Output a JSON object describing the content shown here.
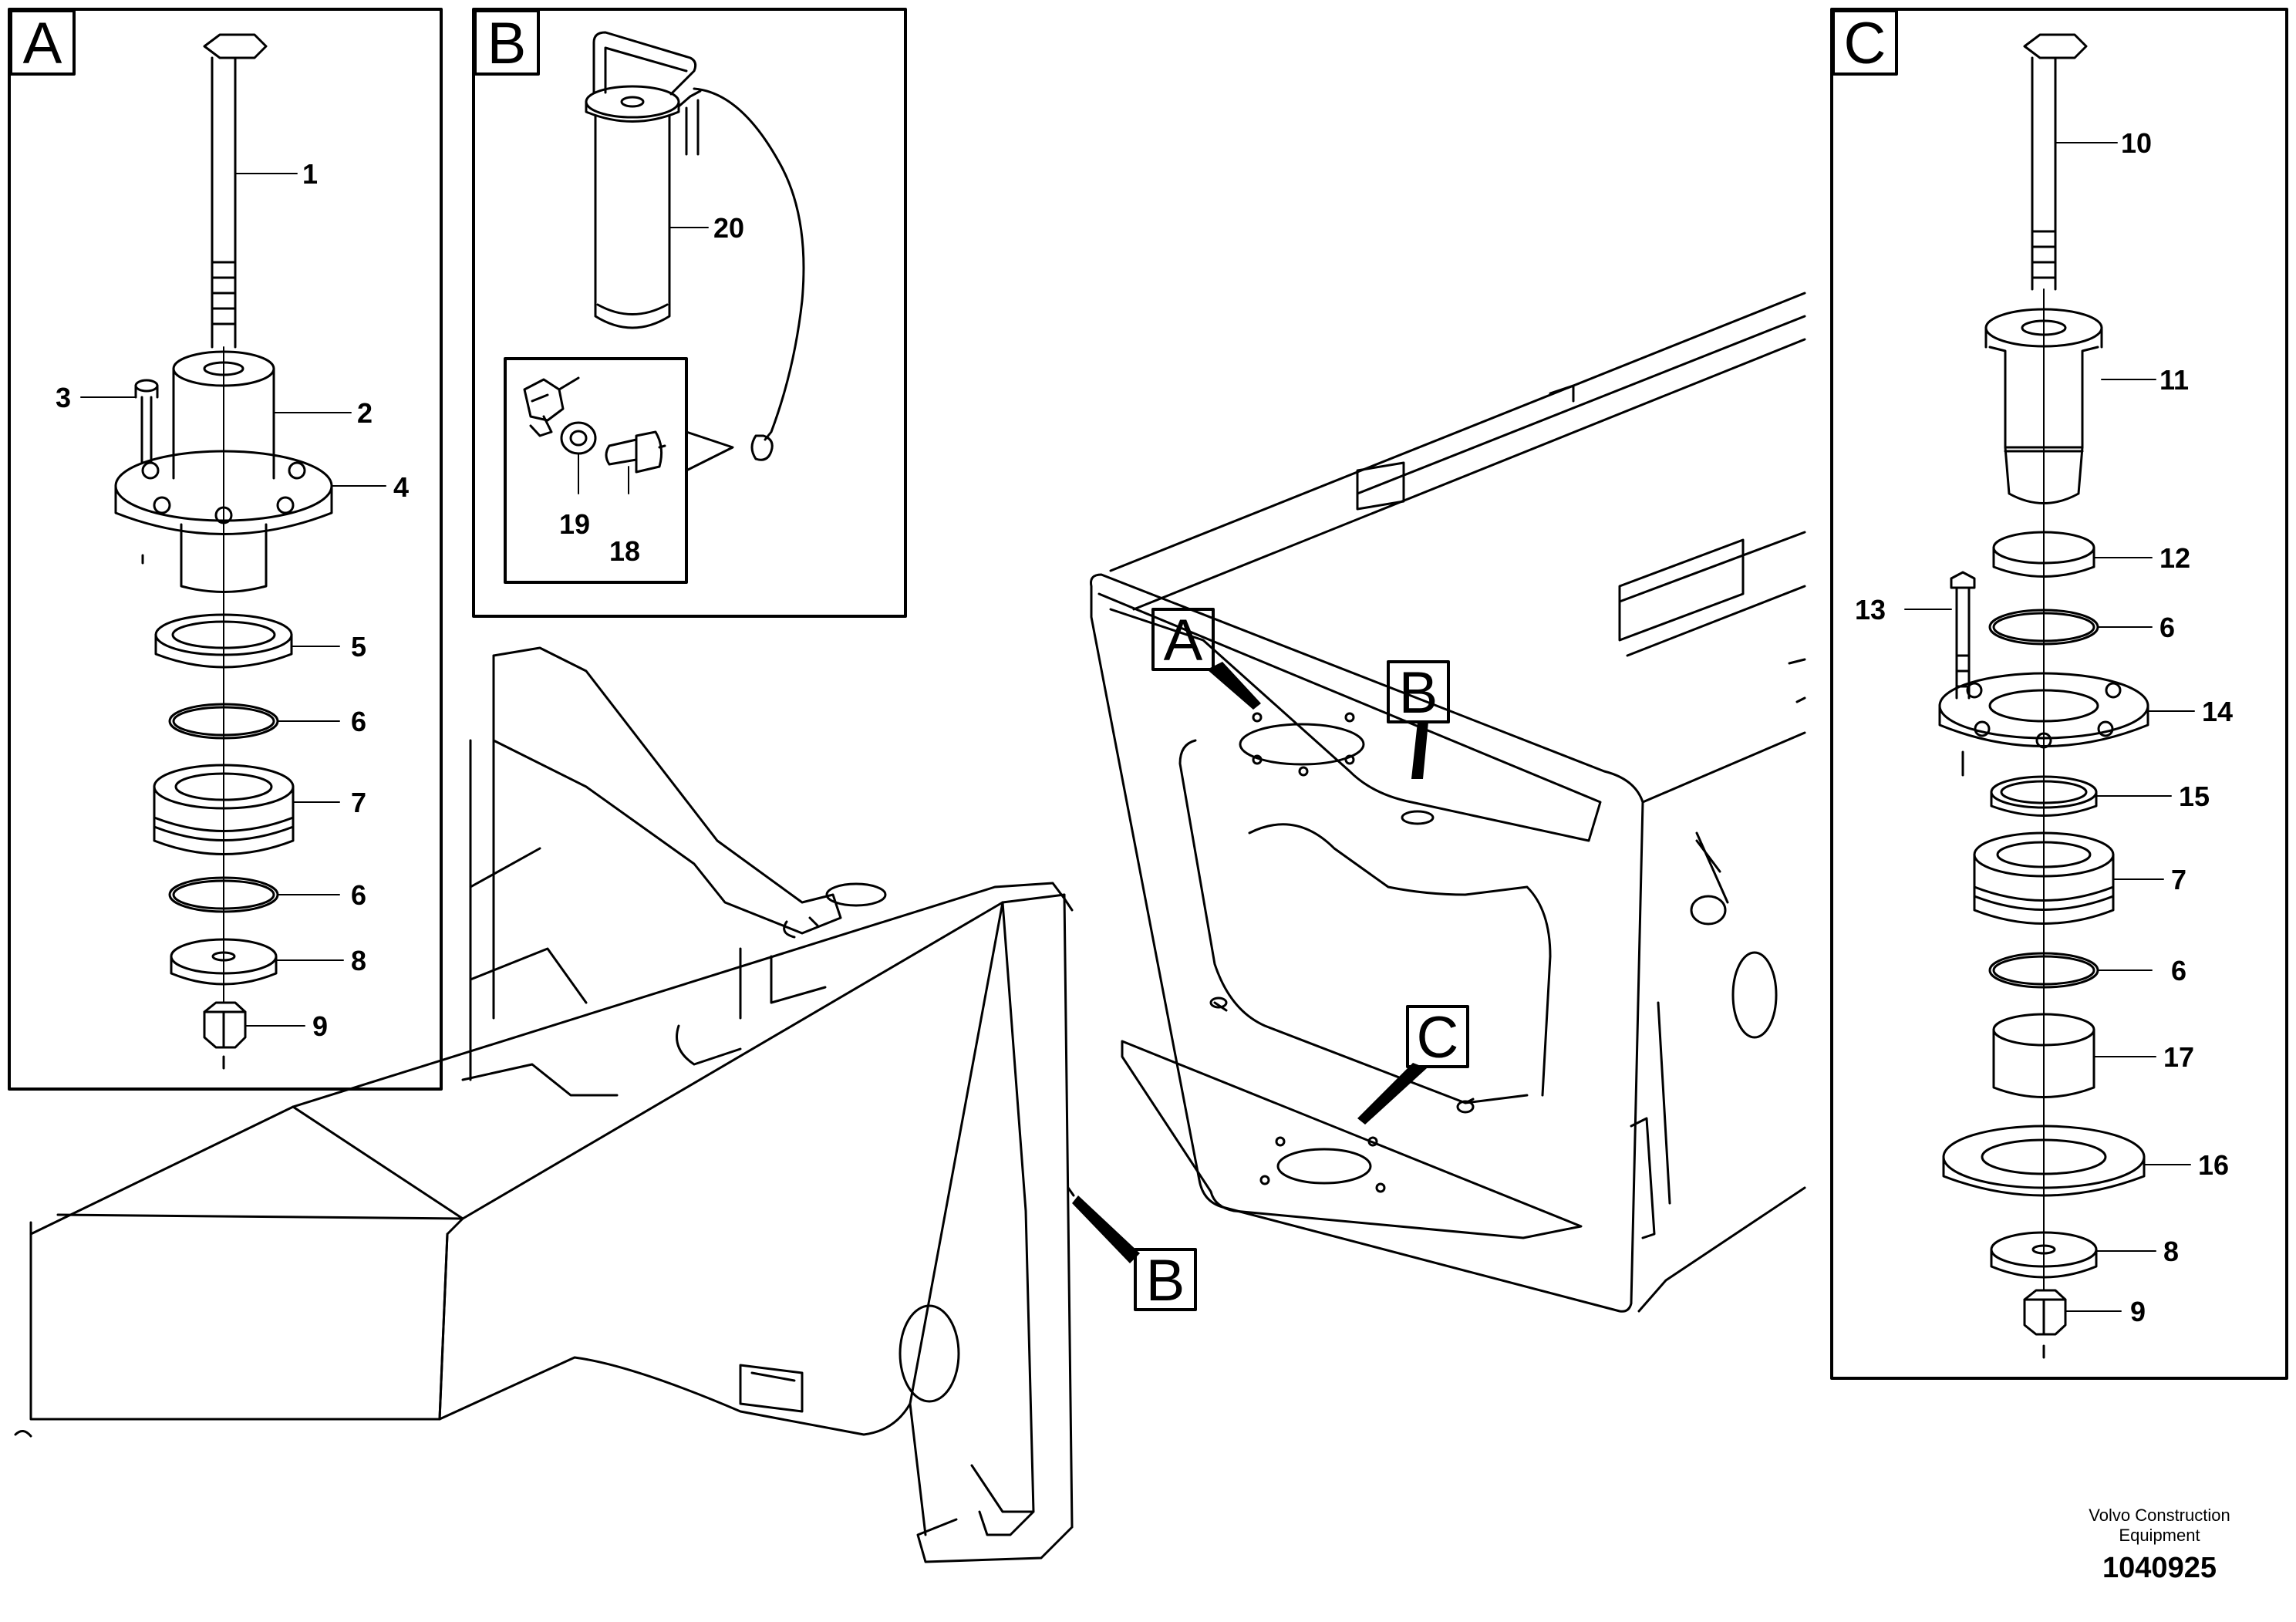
{
  "panels": {
    "a": {
      "label": "A",
      "callouts": [
        "1",
        "2",
        "3",
        "4",
        "5",
        "6",
        "7",
        "6",
        "8",
        "9"
      ]
    },
    "b": {
      "label": "B",
      "callouts": [
        "20",
        "19",
        "18"
      ]
    },
    "c": {
      "label": "C",
      "callouts": [
        "10",
        "11",
        "12",
        "13",
        "6",
        "14",
        "15",
        "7",
        "6",
        "17",
        "16",
        "8",
        "9"
      ]
    }
  },
  "frame_markers": [
    "A",
    "B",
    "C",
    "B"
  ],
  "footer": {
    "company_line1": "Volvo Construction",
    "company_line2": "Equipment",
    "document_number": "1040925"
  }
}
